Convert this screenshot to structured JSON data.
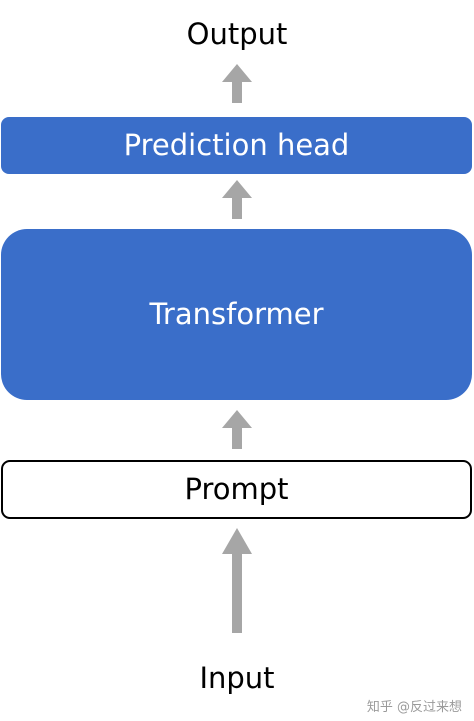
{
  "diagram": {
    "output_label": "Output",
    "prediction_head_label": "Prediction head",
    "transformer_label": "Transformer",
    "prompt_label": "Prompt",
    "input_label": "Input",
    "watermark": "知乎 @反过来想"
  },
  "colors": {
    "block_blue": "#3a6ec9",
    "arrow_gray": "#a6a6a6",
    "text_dark": "#000000",
    "text_light": "#ffffff"
  }
}
